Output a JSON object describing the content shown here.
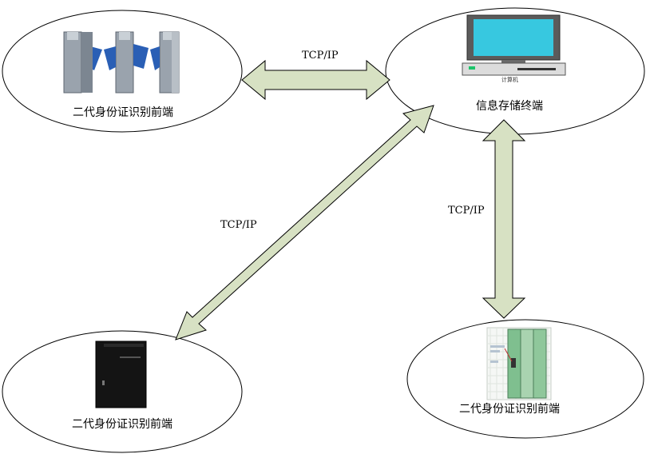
{
  "nodes": {
    "turnstile_front": {
      "label": "二代身份证识别前端"
    },
    "storage": {
      "label": "信息存储终端",
      "computer_caption": "计算机"
    },
    "cabinet_front": {
      "label": "二代身份证识别前端"
    },
    "rack_front": {
      "label": "二代身份证识别前端"
    }
  },
  "links": {
    "top": "TCP/IP",
    "diagonal": "TCP/IP",
    "vertical": "TCP/IP"
  },
  "colors": {
    "arrow_fill": "#d7e1c3",
    "turnstile_wing": "#2a5fb5",
    "screen": "#37c8e0"
  },
  "icons": [
    "turnstile-gates-image",
    "computer-terminal-icon",
    "black-cabinet-image",
    "server-rack-image"
  ]
}
